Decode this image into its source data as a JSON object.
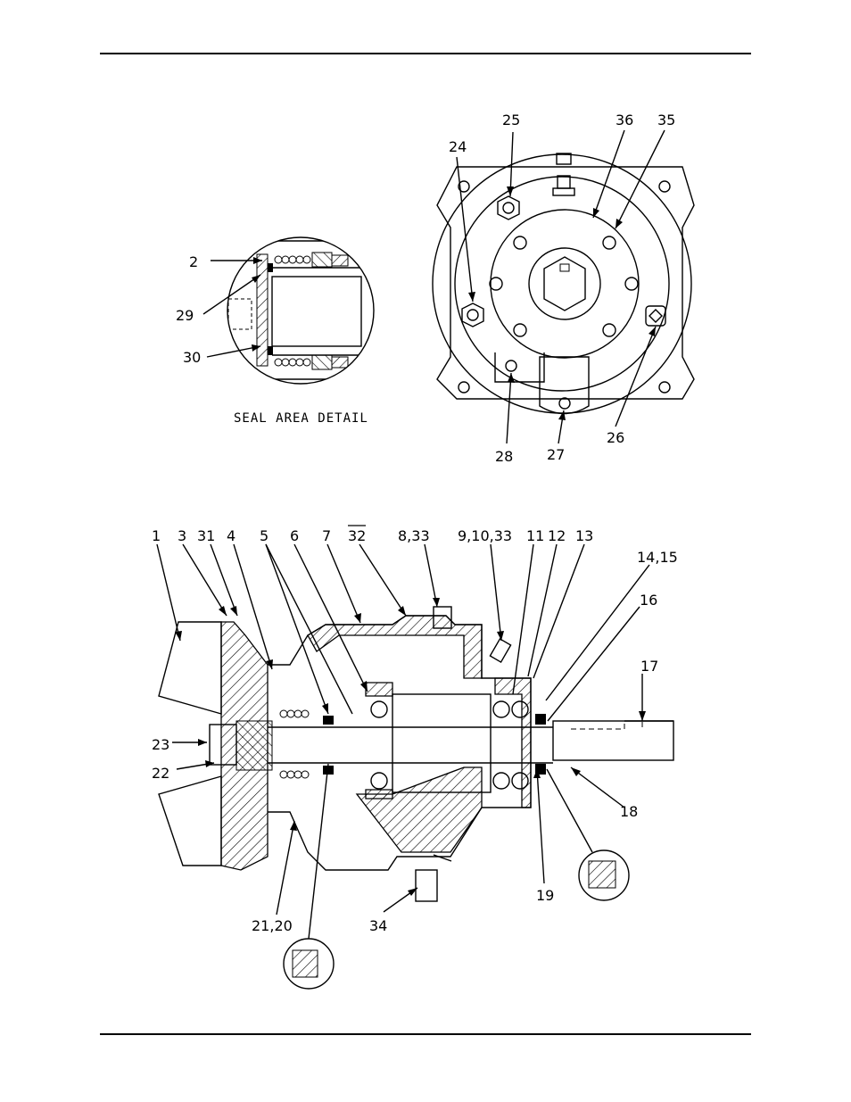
{
  "detail_caption": "SEAL AREA DETAIL",
  "end_view_callouts": {
    "c25": "25",
    "c36": "36",
    "c35": "35",
    "c24": "24",
    "c28": "28",
    "c27": "27",
    "c26": "26"
  },
  "seal_detail_callouts": {
    "c2": "2",
    "c29": "29",
    "c30": "30"
  },
  "section_callouts": {
    "c1": "1",
    "c3": "3",
    "c31": "31",
    "c4": "4",
    "c5": "5",
    "c6": "6",
    "c7": "7",
    "c32": "32",
    "c8_33": "8,33",
    "c9_10_33": "9,10,33",
    "c11": "11",
    "c12": "12",
    "c13": "13",
    "c14_15": "14,15",
    "c16": "16",
    "c17": "17",
    "c18": "18",
    "c19": "19",
    "c21_20": "21,20",
    "c22": "22",
    "c23": "23",
    "c34": "34"
  }
}
